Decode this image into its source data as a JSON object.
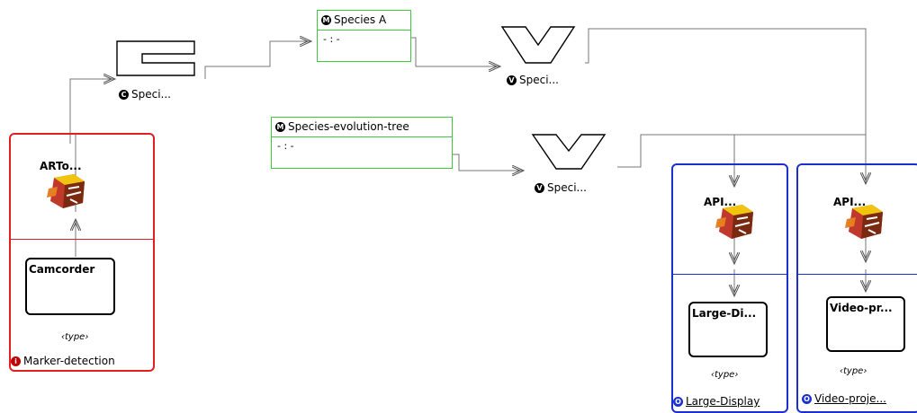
{
  "nodes": {
    "species_a": {
      "title": "Species A",
      "row": "-  :  -",
      "badge": "M"
    },
    "species_evolution_tree": {
      "title": "Species-evolution-tree",
      "row": "-  :  -",
      "badge": "M"
    },
    "speci_c": {
      "label": "Speci...",
      "badge": "C"
    },
    "speci_v_top": {
      "label": "Speci...",
      "badge": "V"
    },
    "speci_v_mid": {
      "label": "Speci...",
      "badge": "V"
    }
  },
  "panels": {
    "marker": {
      "label": "Marker-detection",
      "badge": "i",
      "art": "ARTo...",
      "box": "Camcorder",
      "type": "‹type›"
    },
    "large": {
      "label": "Large-Display",
      "badge": "O",
      "art": "API...",
      "box": "Large-Di...",
      "type": "‹type›"
    },
    "video": {
      "label": "Video-proje...",
      "badge": "O",
      "art": "API...",
      "box": "Video-pr...",
      "type": "‹type›"
    }
  },
  "colors": {
    "marker_border": "#e02020",
    "display_border": "#1a2fd0",
    "mbox_border": "#3ec83e"
  },
  "icons": {
    "component": "puzzle-cube-icon",
    "c_shape": "c-bracket-icon",
    "v_shape": "v-funnel-icon"
  }
}
